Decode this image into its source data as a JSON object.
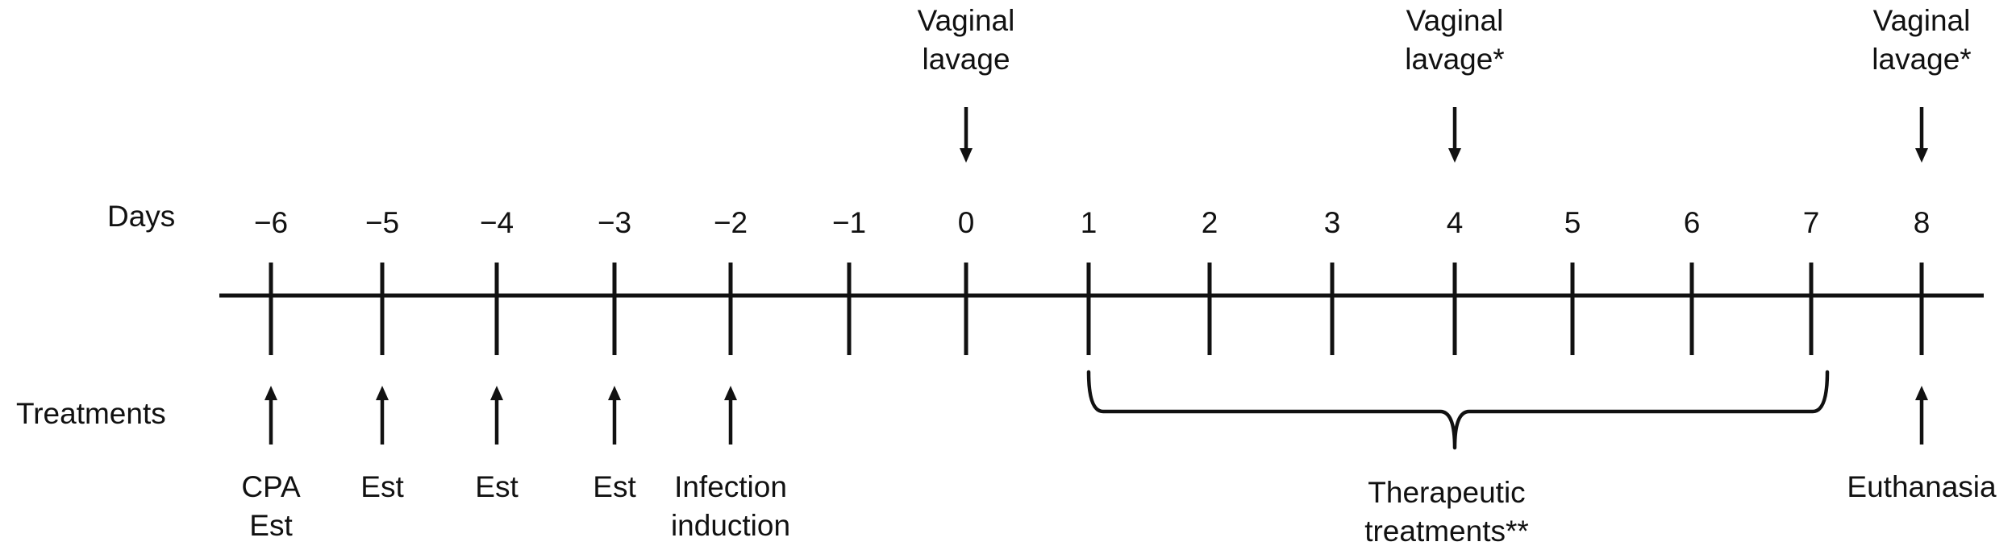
{
  "row_labels": {
    "days": "Days",
    "treatments": "Treatments"
  },
  "days": [
    "−6",
    "−5",
    "−4",
    "−3",
    "−2",
    "−1",
    "0",
    "1",
    "2",
    "3",
    "4",
    "5",
    "6",
    "7",
    "8"
  ],
  "lavage_events": [
    {
      "day": "0",
      "lines": [
        "Vaginal",
        "lavage"
      ]
    },
    {
      "day": "4",
      "lines": [
        "Vaginal",
        "lavage*"
      ]
    },
    {
      "day": "8",
      "lines": [
        "Vaginal",
        "lavage*"
      ]
    }
  ],
  "treatment_events": [
    {
      "day": "−6",
      "lines": [
        "CPA",
        "Est"
      ]
    },
    {
      "day": "−5",
      "lines": [
        "Est"
      ]
    },
    {
      "day": "−4",
      "lines": [
        "Est"
      ]
    },
    {
      "day": "−3",
      "lines": [
        "Est"
      ]
    },
    {
      "day": "−2",
      "lines": [
        "Infection",
        "induction"
      ]
    },
    {
      "day": "8",
      "lines": [
        "Euthanasia"
      ]
    }
  ],
  "therapeutic_period": {
    "start_day": "1",
    "end_day": "7",
    "lines": [
      "Therapeutic",
      "treatments**"
    ]
  }
}
